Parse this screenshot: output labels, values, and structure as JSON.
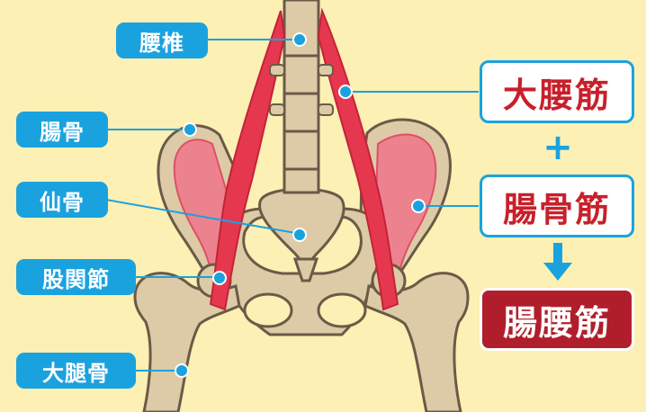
{
  "labels": {
    "lumbar": "腰椎",
    "ilium": "腸骨",
    "sacrum": "仙骨",
    "hip_joint": "股関節",
    "femur": "大腿骨"
  },
  "muscles": {
    "psoas_major": "大腰筋",
    "iliacus": "腸骨筋",
    "iliopsoas": "腸腰筋"
  },
  "operators": {
    "plus": "+"
  },
  "colors": {
    "background": "#FCF0B4",
    "label_blue": "#1AA2DF",
    "bone": "#DCCBA6",
    "bone_outline": "#6B5A47",
    "muscle_red": "#E5384F",
    "muscle_pink": "#EE7F8E",
    "result_red": "#B11E2B"
  },
  "icons": {
    "down_arrow": "down-arrow-icon"
  }
}
